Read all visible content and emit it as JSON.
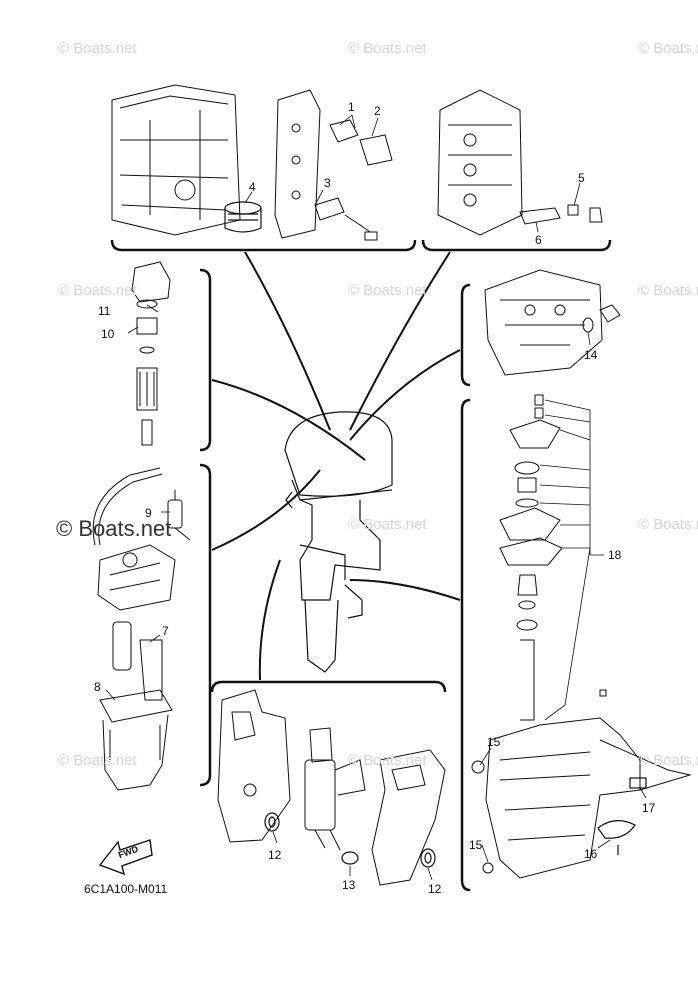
{
  "watermark": "© Boats.net",
  "diagram_code": "6C1A100-M011",
  "fwd_label": "FWD",
  "callouts": {
    "c1": "1",
    "c2": "2",
    "c3": "3",
    "c4": "4",
    "c5": "5",
    "c6": "6",
    "c7": "7",
    "c8": "8",
    "c9": "9",
    "c10": "10",
    "c11": "11",
    "c12a": "12",
    "c12b": "12",
    "c13": "13",
    "c14": "14",
    "c15a": "15",
    "c15b": "15",
    "c16": "16",
    "c17": "17",
    "c18": "18"
  },
  "colors": {
    "line": "#111111",
    "watermark": "#d6d6d6"
  }
}
